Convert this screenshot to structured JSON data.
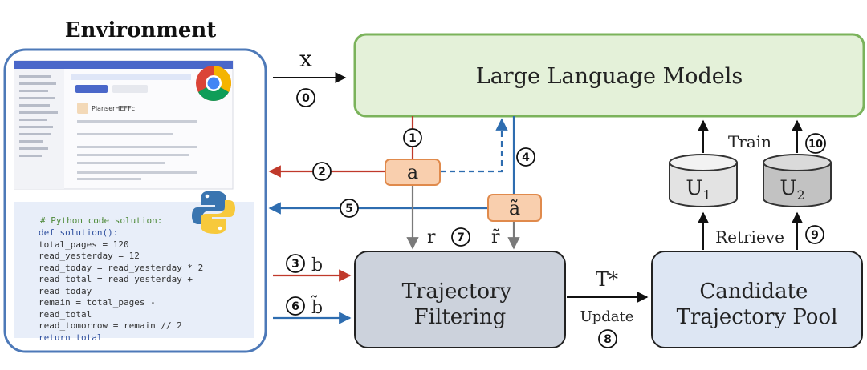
{
  "environment": {
    "title": "Environment",
    "code_lines": [
      "# Python code solution:",
      "def solution():",
      "        total_pages = 120",
      "        read_yesterday = 12",
      "        read_today = read_yesterday * 2",
      "        read_total = read_yesterday +",
      "        read_today",
      "        remain = total_pages -",
      "read_total",
      "        read_tomorrow = remain // 2",
      "        return total"
    ],
    "browser_page_title": "PlanserHEFFc",
    "browser_icon": "chrome-icon",
    "python_icon": "python-icon"
  },
  "nodes": {
    "llm": "Large Language Models",
    "filtering": [
      "Trajectory",
      "Filtering"
    ],
    "pool": [
      "Candidate",
      "Trajectory Pool"
    ],
    "u1": "U",
    "u1_sub": "1",
    "u2": "U",
    "u2_sub": "2",
    "action_a": "a",
    "action_a_tilde": "ã"
  },
  "labels": {
    "x": "x",
    "r": "r",
    "r_tilde": "r̃",
    "b": "b",
    "b_tilde": "b̃",
    "t_star": "T*",
    "update": "Update",
    "train": "Train",
    "retrieve": "Retrieve"
  },
  "steps": [
    "0",
    "1",
    "2",
    "3",
    "4",
    "5",
    "6",
    "7",
    "8",
    "9",
    "10"
  ],
  "colors": {
    "red": "#c0392b",
    "blue": "#2e6db0",
    "gray": "#7a7a7a",
    "llm_fill": "#e4f1d9",
    "llm_stroke": "#7bb35b",
    "filter_fill": "#ccd2dc",
    "pool_fill": "#dde6f3",
    "action_fill": "#f9cfae",
    "action_stroke": "#e08a4c",
    "env_stroke": "#4d79b8"
  }
}
